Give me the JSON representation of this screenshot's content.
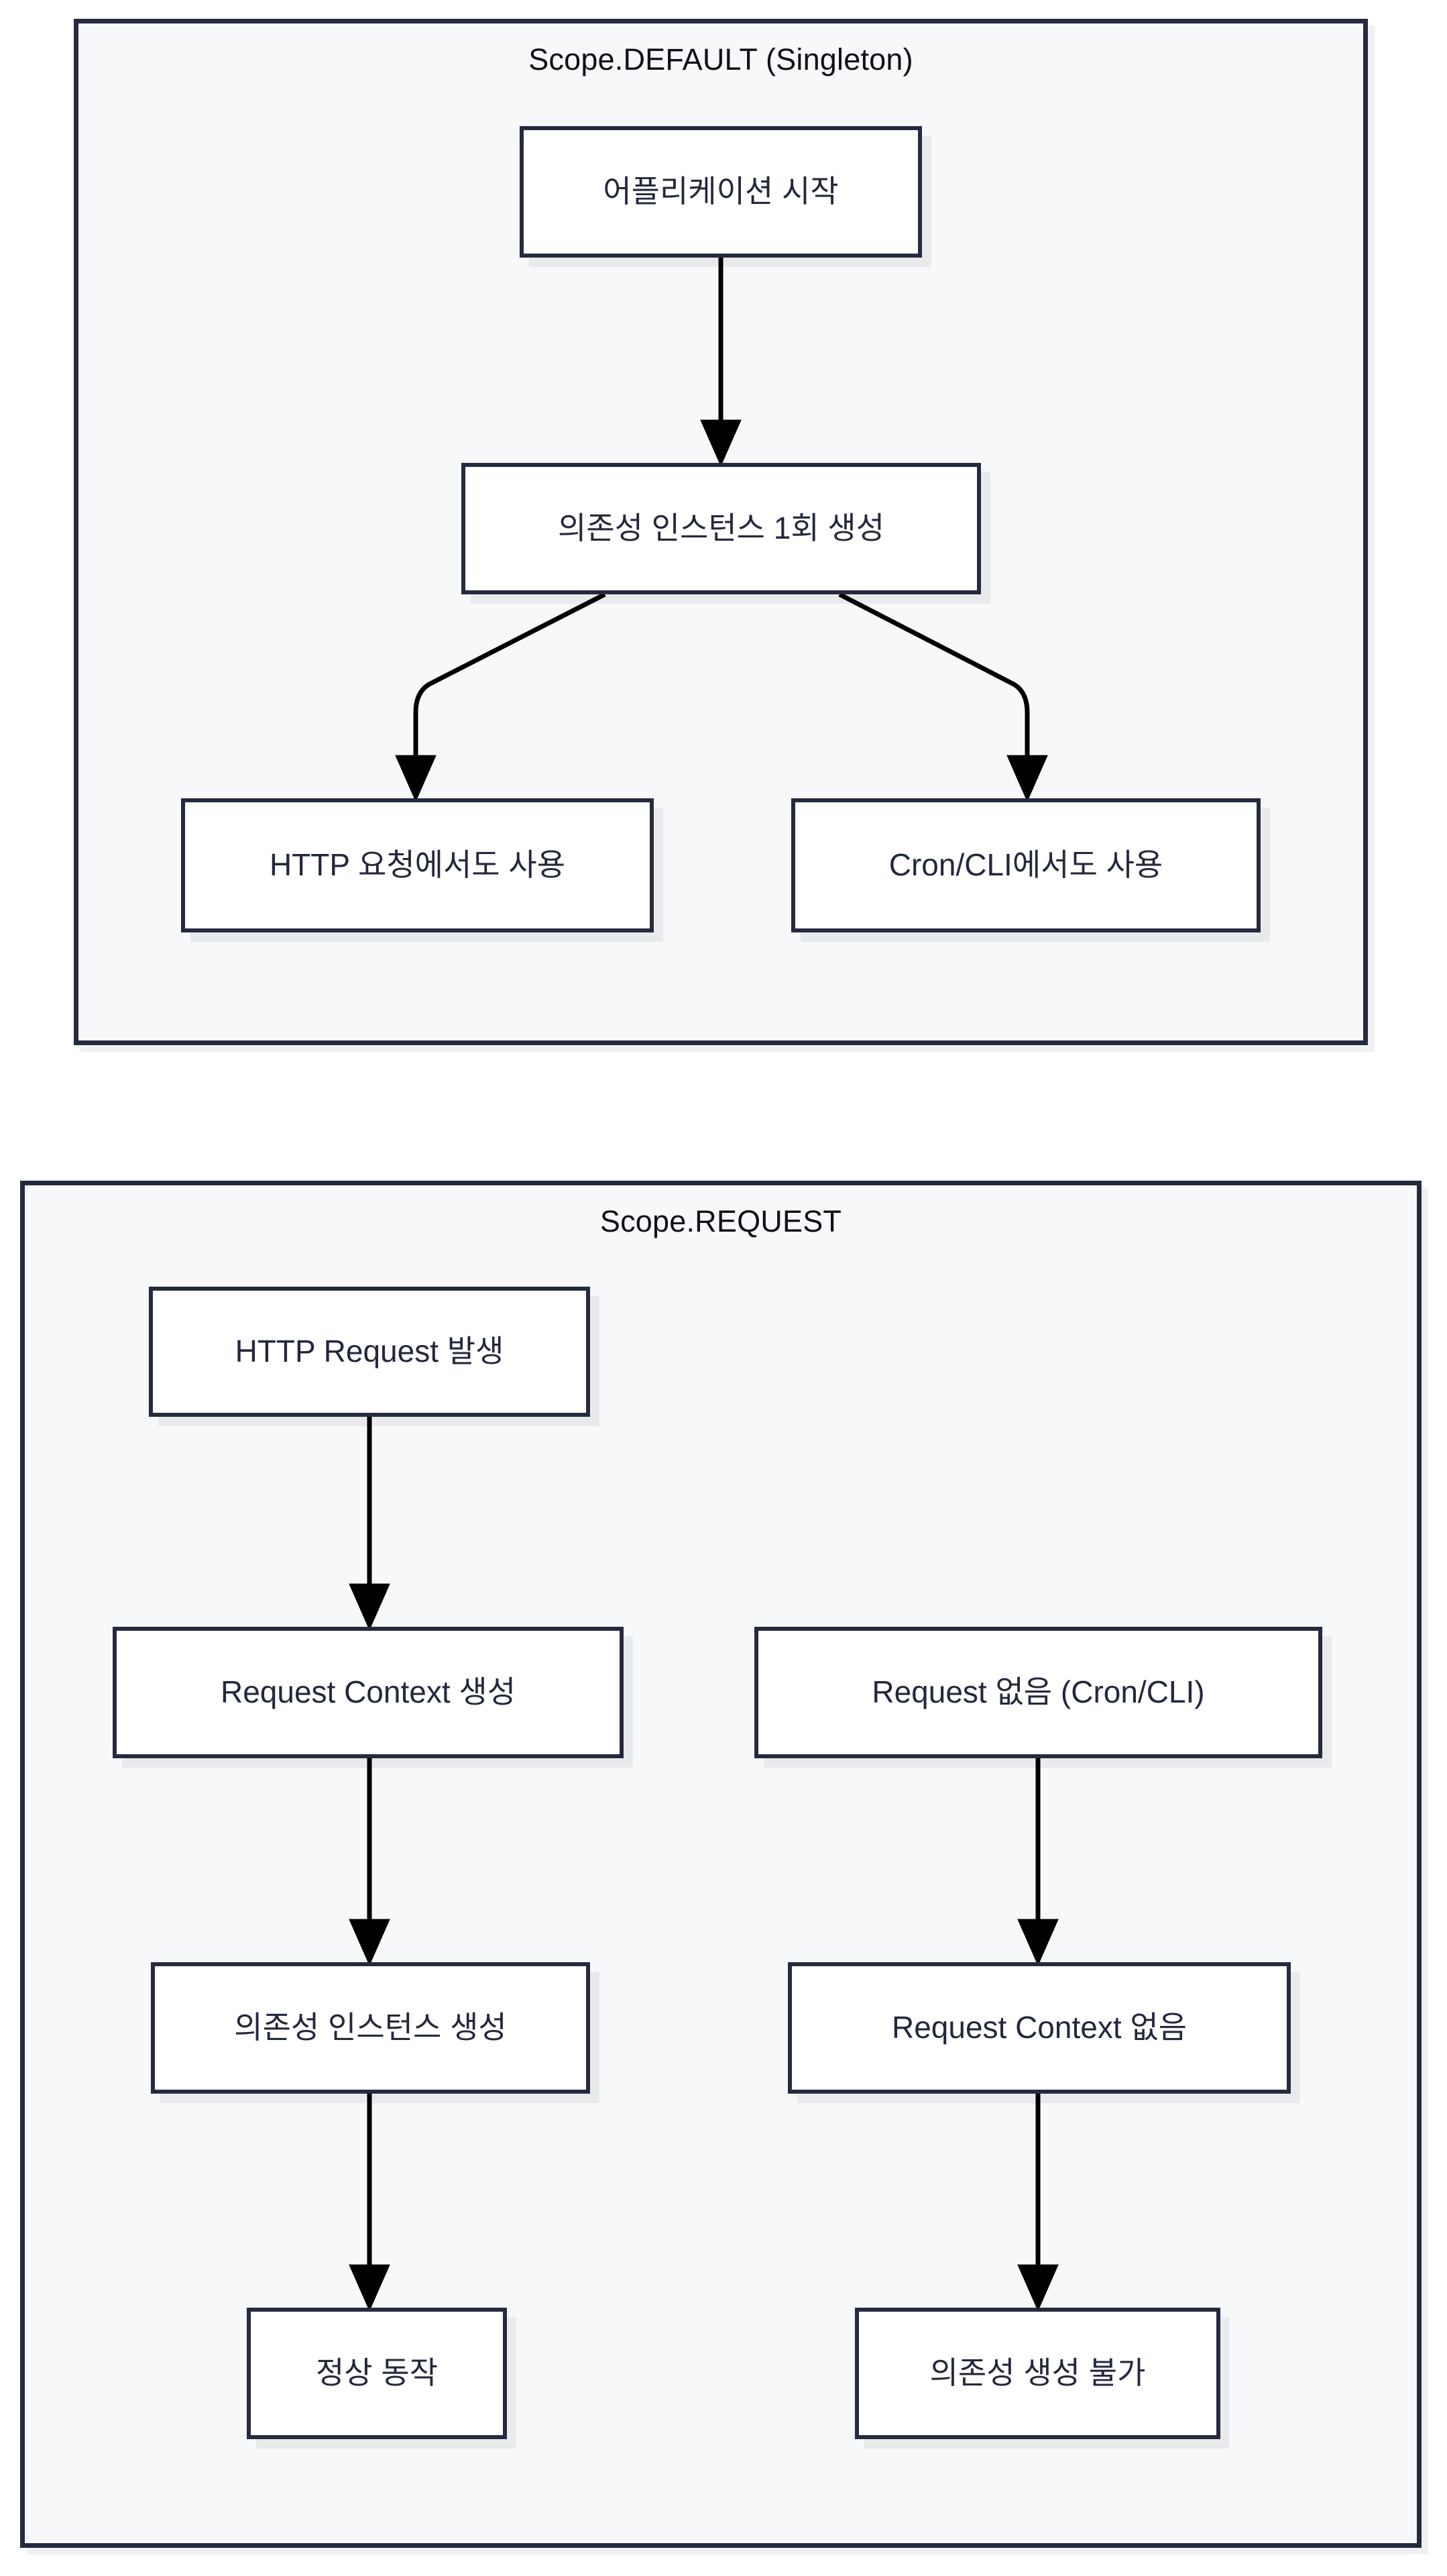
{
  "diagram": {
    "type": "flowchart",
    "background_color": "#ffffff",
    "cluster_fill": "#f7f8fa",
    "node_fill": "#ffffff",
    "stroke_color": "#252a3f",
    "text_color": "#23283c",
    "clusters": [
      {
        "id": "default",
        "title": "Scope.DEFAULT (Singleton)",
        "nodes": [
          {
            "id": "app-start",
            "label": "어플리케이션 시작"
          },
          {
            "id": "dep-once",
            "label": "의존성 인스턴스 1회 생성"
          },
          {
            "id": "http-use",
            "label": "HTTP 요청에서도 사용"
          },
          {
            "id": "cron-use",
            "label": "Cron/CLI에서도 사용"
          }
        ],
        "edges": [
          {
            "from": "app-start",
            "to": "dep-once",
            "style": "straight"
          },
          {
            "from": "dep-once",
            "to": "http-use",
            "style": "curved"
          },
          {
            "from": "dep-once",
            "to": "cron-use",
            "style": "curved"
          }
        ]
      },
      {
        "id": "request",
        "title": "Scope.REQUEST",
        "nodes": [
          {
            "id": "http-req",
            "label": "HTTP Request 발생"
          },
          {
            "id": "req-ctx-create",
            "label": "Request Context 생성"
          },
          {
            "id": "req-none",
            "label": "Request 없음 (Cron/CLI)"
          },
          {
            "id": "dep-create",
            "label": "의존성 인스턴스 생성"
          },
          {
            "id": "req-ctx-none",
            "label": "Request Context 없음"
          },
          {
            "id": "normal",
            "label": "정상 동작"
          },
          {
            "id": "dep-fail",
            "label": "의존성 생성 불가"
          }
        ],
        "edges": [
          {
            "from": "http-req",
            "to": "req-ctx-create",
            "style": "straight"
          },
          {
            "from": "req-ctx-create",
            "to": "dep-create",
            "style": "straight"
          },
          {
            "from": "dep-create",
            "to": "normal",
            "style": "straight"
          },
          {
            "from": "req-none",
            "to": "req-ctx-none",
            "style": "straight"
          },
          {
            "from": "req-ctx-none",
            "to": "dep-fail",
            "style": "straight"
          }
        ]
      }
    ]
  }
}
